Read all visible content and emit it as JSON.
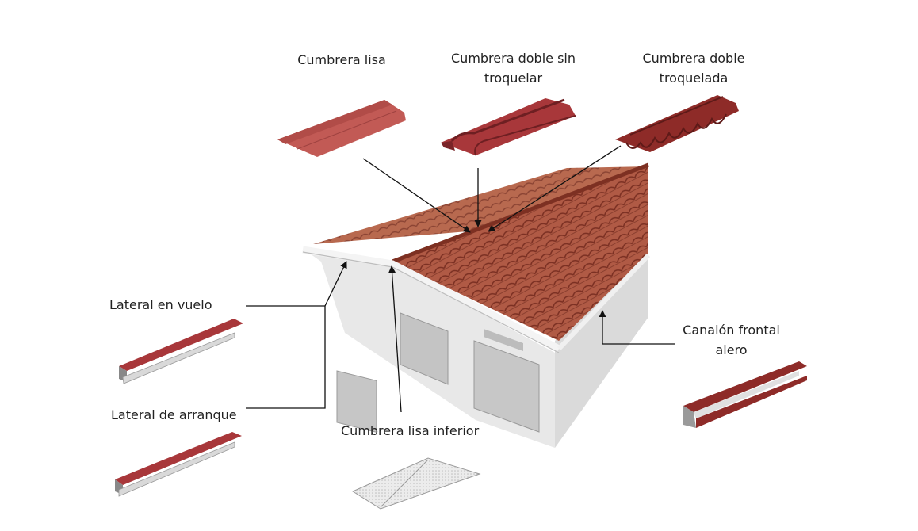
{
  "labels": {
    "cumbrera_lisa": "Cumbrera lisa",
    "cumbrera_doble_sin_troquelar_1": "Cumbrera doble sin",
    "cumbrera_doble_sin_troquelar_2": "troquelar",
    "cumbrera_doble_troquelada_1": "Cumbrera doble",
    "cumbrera_doble_troquelada_2": "troquelada",
    "lateral_en_vuelo": "Lateral en vuelo",
    "lateral_de_arranque": "Lateral de arranque",
    "cumbrera_lisa_inferior": "Cumbrera lisa inferior",
    "canalon_frontal_alero_1": "Canalón frontal",
    "canalon_frontal_alero_2": "alero"
  },
  "colors": {
    "tile_red": "#b05a45",
    "tile_dark": "#7a2f22",
    "piece_red": "#a8373a",
    "piece_dark": "#6e1f22",
    "smooth_red": "#c25a55",
    "galvanized": "#d9d9d9",
    "wall": "#e3e3e3",
    "leader_line": "#111111"
  },
  "icons": {
    "building": "prefab-building-photo",
    "piece": "roof-flashing-piece"
  }
}
